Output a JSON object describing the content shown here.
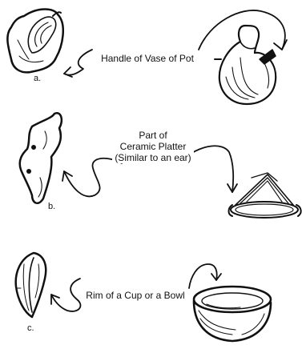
{
  "rows": [
    {
      "letter": "a.",
      "caption_lines": [
        "Handle of Vase of Pot"
      ]
    },
    {
      "letter": "b.",
      "caption_lines": [
        "Part of",
        "Ceramic Platter",
        "(Similar to an ear)"
      ]
    },
    {
      "letter": "c.",
      "caption_lines": [
        "Rim of a Cup or a Bowl"
      ]
    }
  ],
  "colors": {
    "ink": "#111111",
    "background": "#ffffff"
  }
}
